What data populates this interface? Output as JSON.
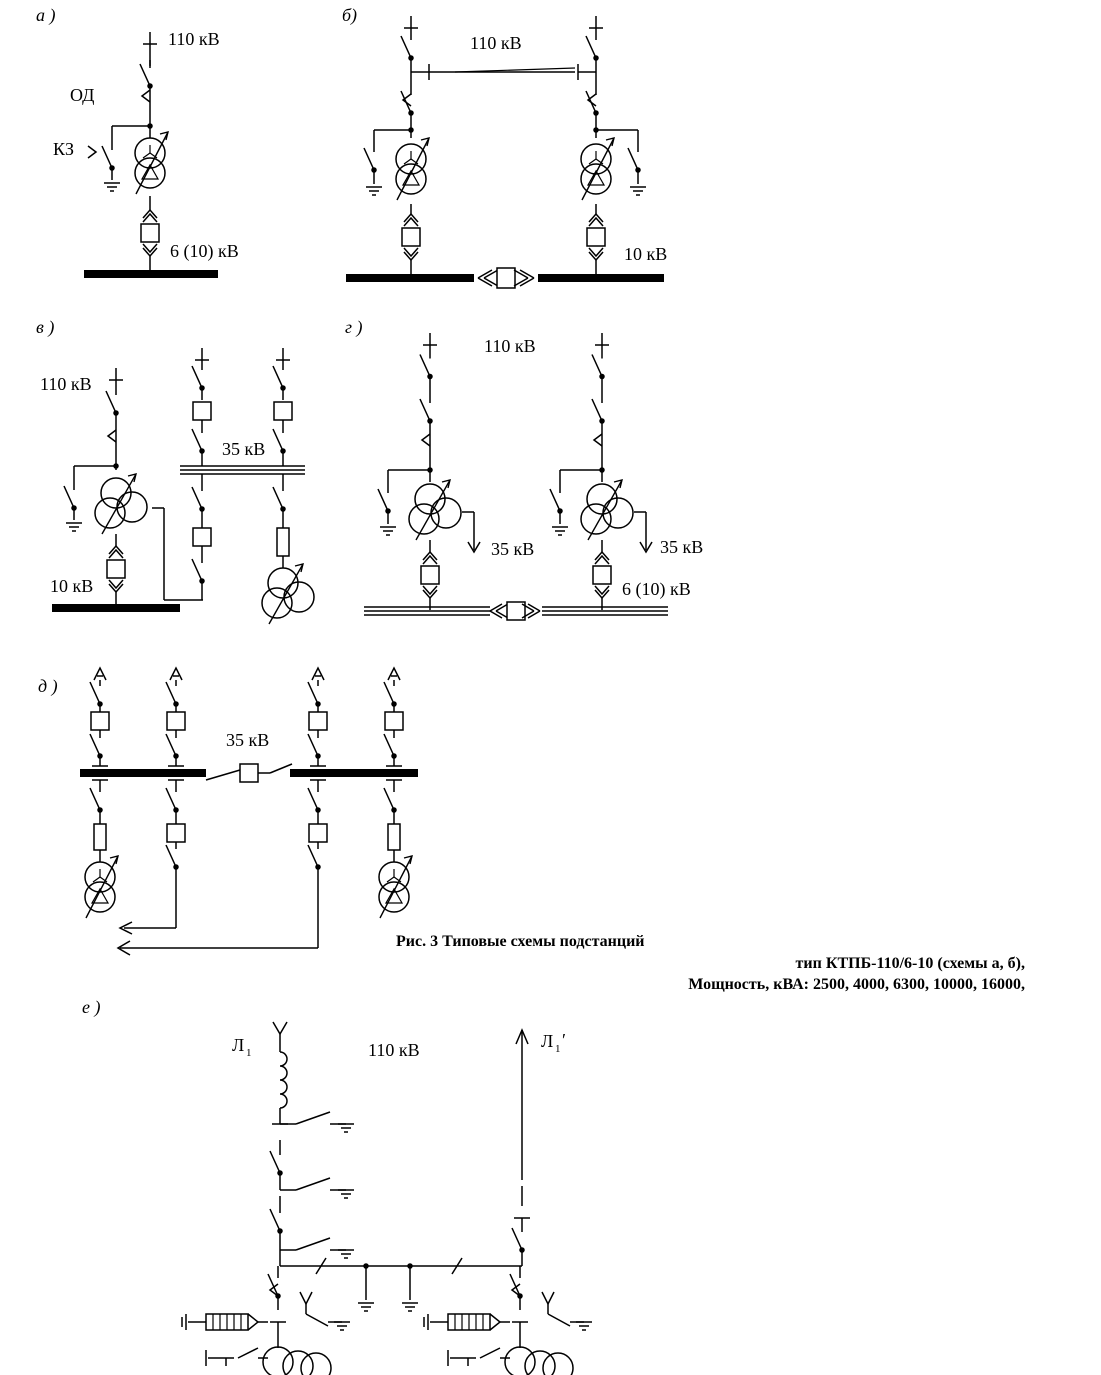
{
  "panels": {
    "a": {
      "letter": "а )",
      "v_hv": "110  кВ",
      "od": "ОД",
      "kz": "КЗ",
      "v_lv": "6 (10)  кВ"
    },
    "b": {
      "letter": "б)",
      "v_hv": "110  кВ",
      "v_lv": "10  кВ"
    },
    "v": {
      "letter": "в )",
      "v_hv": "110  кВ",
      "v_mv": "35  кВ",
      "v_lv": "10  кВ"
    },
    "g": {
      "letter": "г )",
      "v_hv": "110  кВ",
      "v_mv1": "35  кВ",
      "v_mv2": "35  кВ",
      "v_lv": "6 (10)  кВ"
    },
    "d": {
      "letter": "д )",
      "v_mv": "35  кВ"
    },
    "e": {
      "letter": "е )",
      "line1": "Л",
      "line1_sub": "1",
      "line2": "Л",
      "line2_sub": "1",
      "line2_prime": "′",
      "v_hv": "110 кВ"
    }
  },
  "caption": {
    "title": "Рис. 3  Типовые  схемы  подстанций",
    "line1": "тип КТПБ-110/6-10  (схемы а, б),",
    "line2": "Мощность, кВА: 2500, 4000, 6300, 10000, 16000,"
  }
}
